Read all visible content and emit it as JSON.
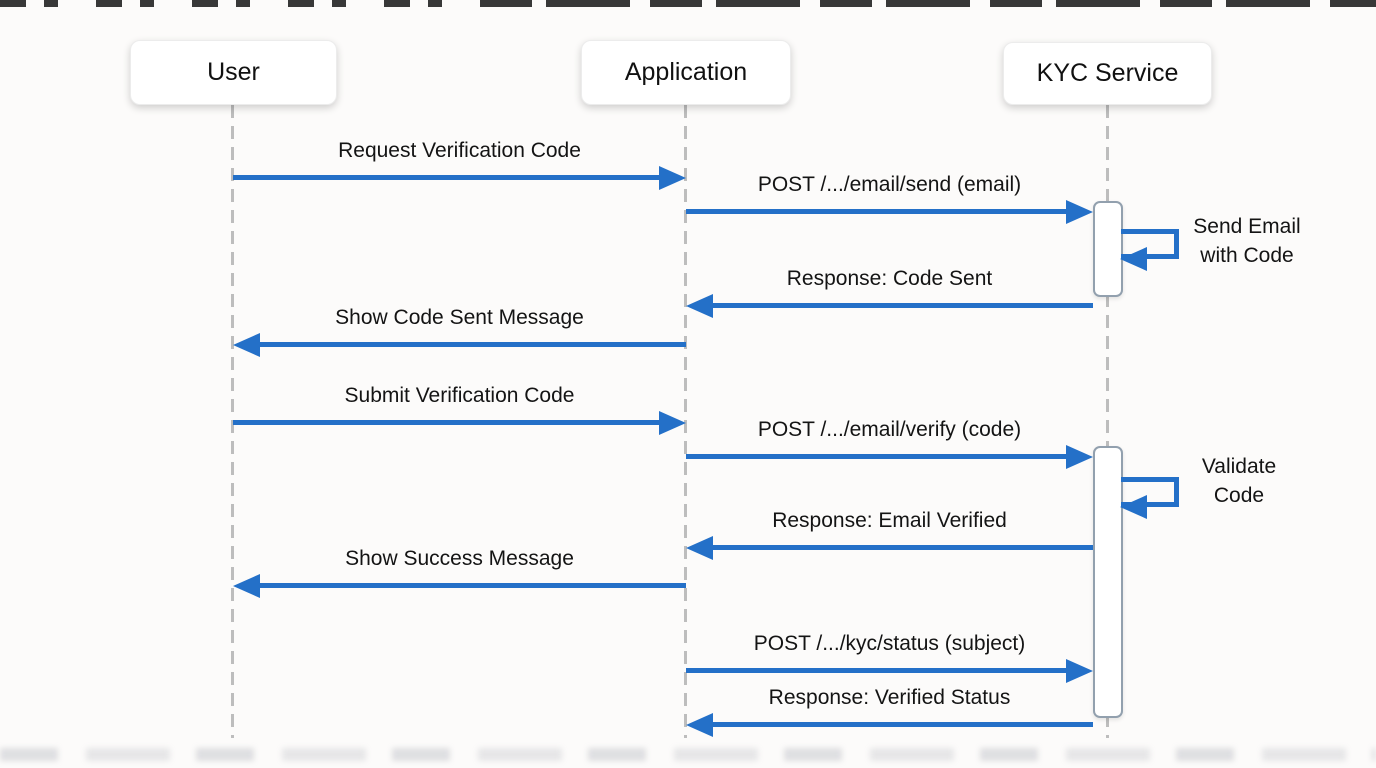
{
  "diagram_type": "sequence-diagram",
  "actors": [
    {
      "name": "User"
    },
    {
      "name": "Application"
    },
    {
      "name": "KYC Service"
    }
  ],
  "messages": [
    {
      "label": "Request Verification Code",
      "from": "User",
      "to": "Application",
      "direction": "right"
    },
    {
      "label": "POST /.../email/send (email)",
      "from": "Application",
      "to": "KYC Service",
      "direction": "right"
    },
    {
      "label": "Response: Code Sent",
      "from": "KYC Service",
      "to": "Application",
      "direction": "left"
    },
    {
      "label": "Show Code Sent Message",
      "from": "Application",
      "to": "User",
      "direction": "left"
    },
    {
      "label": "Submit Verification Code",
      "from": "User",
      "to": "Application",
      "direction": "right"
    },
    {
      "label": "POST /.../email/verify (code)",
      "from": "Application",
      "to": "KYC Service",
      "direction": "right"
    },
    {
      "label": "Response: Email Verified",
      "from": "KYC Service",
      "to": "Application",
      "direction": "left"
    },
    {
      "label": "Show Success Message",
      "from": "Application",
      "to": "User",
      "direction": "left"
    },
    {
      "label": "POST /.../kyc/status (subject)",
      "from": "Application",
      "to": "KYC Service",
      "direction": "right"
    },
    {
      "label": "Response: Verified Status",
      "from": "KYC Service",
      "to": "Application",
      "direction": "left"
    }
  ],
  "self_messages": [
    {
      "label": "Send Email\nwith Code",
      "actor": "KYC Service"
    },
    {
      "label": "Validate\nCode",
      "actor": "KYC Service"
    }
  ],
  "colors": {
    "arrow": "#2470c8",
    "lifeline": "#bdbdbd",
    "activation_border": "#92a0ae",
    "text": "#161616",
    "background": "#fcfbfa"
  }
}
